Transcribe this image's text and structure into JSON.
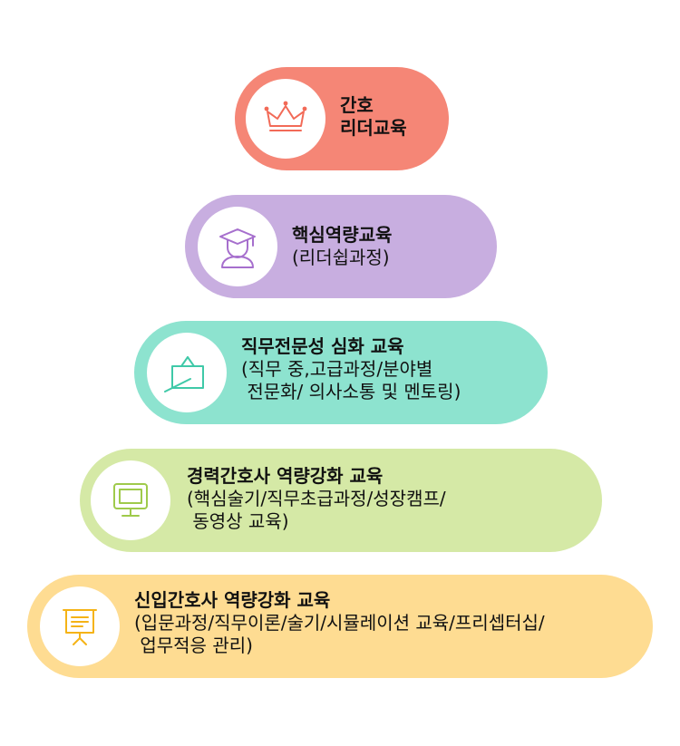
{
  "tiers": [
    {
      "title_line1": "간호",
      "title_line2": "리더교육",
      "color": "#f58676",
      "icon": "crown-icon"
    },
    {
      "title": "핵심역량교육",
      "sub": "(리더쉽과정)",
      "color": "#c8aee0",
      "icon": "graduate-icon"
    },
    {
      "title": "직무전문성 심화 교육",
      "sub_line1": "(직무 중,고급과정/분야별",
      "sub_line2": " 전문화/ 의사소통 및 멘토링)",
      "color": "#8de3cf",
      "icon": "chalkboard-icon"
    },
    {
      "title": "경력간호사 역량강화 교육",
      "sub_line1": "(핵심술기/직무초급과정/성장캠프/",
      "sub_line2": " 동영상 교육)",
      "color": "#d5e9a6",
      "icon": "monitor-icon"
    },
    {
      "title": "신입간호사 역량강화 교육",
      "sub_line1": "(입문과정/직무이론/술기/시뮬레이션 교육/프리셉터십/",
      "sub_line2": " 업무적응 관리)",
      "color": "#fedc92",
      "icon": "presentation-board-icon"
    }
  ]
}
